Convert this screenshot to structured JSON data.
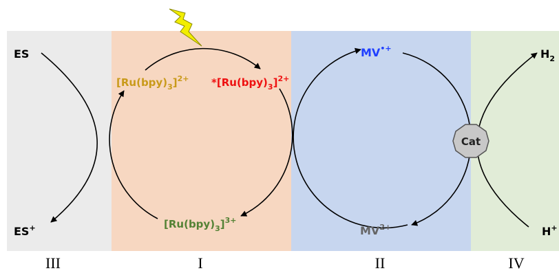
{
  "colors": {
    "panel_III": "#ebebeb",
    "panel_I": "#f7d7c1",
    "panel_II": "#c7d6ef",
    "panel_IV": "#e1ecd7",
    "ru2": "#c99a1a",
    "ru_excited": "#ee1111",
    "ru3": "#548235",
    "mv_radical": "#1f3fff",
    "mv2": "#666666",
    "cat_fill": "#c8c8c8",
    "bolt": "#f2ee00"
  },
  "panels": [
    {
      "id": "III",
      "label": "III"
    },
    {
      "id": "I",
      "label": "I"
    },
    {
      "id": "II",
      "label": "II"
    },
    {
      "id": "IV",
      "label": "IV"
    }
  ],
  "species": {
    "es": {
      "text": "ES"
    },
    "es_plus": {
      "base": "ES",
      "sup": "+"
    },
    "ru2": {
      "base": "[Ru(bpy)",
      "sub": "3",
      "close": "]",
      "sup": "2+"
    },
    "ru_excited": {
      "star": "*",
      "base": "[Ru(bpy)",
      "sub": "3",
      "close": "]",
      "sup": "2+"
    },
    "ru3": {
      "base": "[Ru(bpy)",
      "sub": "3",
      "close": "]",
      "sup": "3+"
    },
    "mv_radical": {
      "base": "MV",
      "sup": "•+"
    },
    "mv2": {
      "base": "MV",
      "sup": "2+"
    },
    "h2": {
      "base": "H",
      "sub": "2"
    },
    "h_plus": {
      "base": "H",
      "sup": "+"
    },
    "cat": {
      "text": "Cat"
    }
  },
  "icons": {
    "light": "lightning-bolt-icon"
  }
}
